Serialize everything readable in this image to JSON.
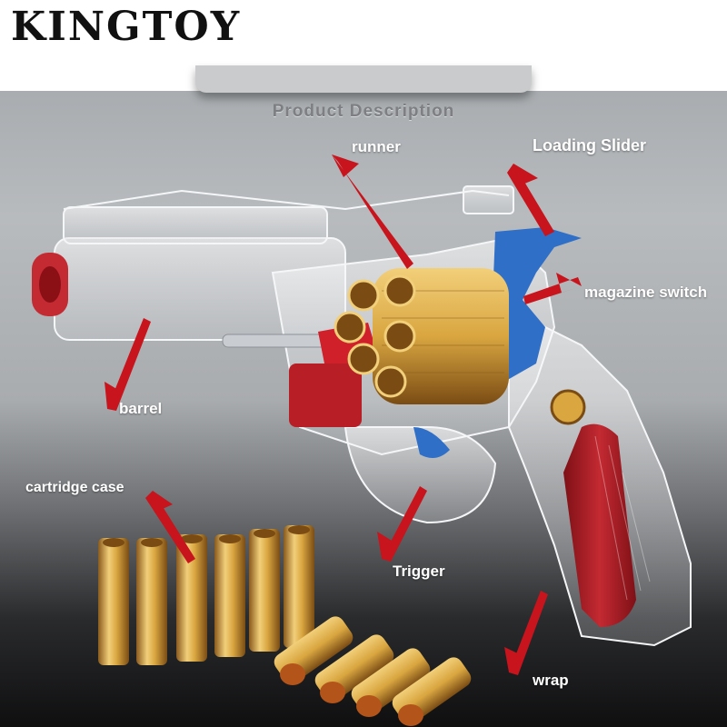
{
  "brand": "KINGTOY",
  "subtitle": "Product Description",
  "labels": {
    "runner": "runner",
    "loading_slider": "Loading Slider",
    "magazine_switch": "magazine switch",
    "barrel": "barrel",
    "cartridge_case": "cartridge case",
    "trigger": "Trigger",
    "wrap": "wrap"
  },
  "colors": {
    "arrow": "#c8141c",
    "cartridge": "#d9a640",
    "accent_red": "#d0202a",
    "accent_blue": "#2f6fc7"
  },
  "icons": [
    "toy-revolver-illustration",
    "cartridge-shell",
    "pointer-arrow"
  ]
}
